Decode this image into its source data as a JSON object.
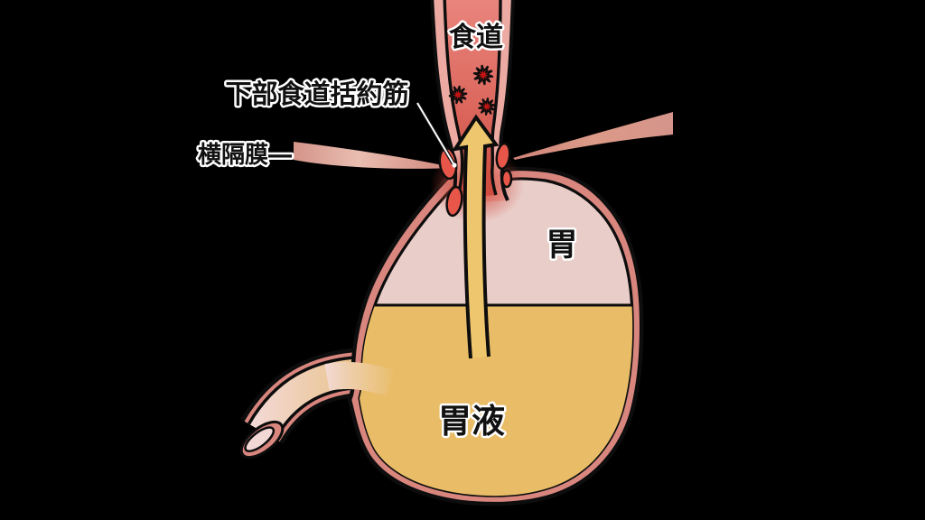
{
  "figure": {
    "type": "anatomical-diagram",
    "labels": {
      "esophagus": "食道",
      "lower_esophageal_sphincter": "下部食道括約筋",
      "diaphragm": "横隔膜―",
      "stomach": "胃",
      "gastric_juice": "胃液"
    },
    "icons": {
      "acid_bursts": "acid-burst-icon (3 star bursts in esophagus)",
      "reflux_arrow": "reflux-up-arrow-icon",
      "pointer": "label-pointer-line"
    },
    "colors": {
      "background": "#000000",
      "esophagus_wall": "#ecaaa2",
      "esophagus_inner_top": "#e9867e",
      "esophagus_inner_bottom": "#cc5045",
      "acid_burst": "#c21414",
      "stomach_wall": "#d8867e",
      "stomach_interior": "#e9cdc9",
      "gastric_juice": "#e9bc67",
      "reflux_arrow": "#eec66d",
      "diaphragm_band": "#d9998c",
      "sphincter_inflamed": "#e8564a",
      "duodenum_interior": "#f3d9d5",
      "outline": "#0d0d0d",
      "label_text": "#111111",
      "label_halo": "#ffffff"
    }
  }
}
